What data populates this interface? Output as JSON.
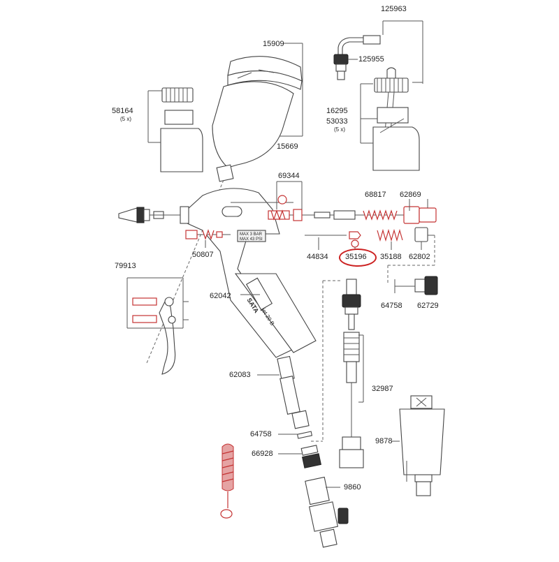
{
  "colors": {
    "accent": "#c43333",
    "line": "#555555",
    "text": "#222222"
  },
  "highlighted_part": "35196",
  "parts": {
    "p125963": "125963",
    "p125955": "125955",
    "p15909": "15909",
    "p58164": "58164",
    "p58164_qty": "(5 x)",
    "p16295": "16295",
    "p53033": "53033",
    "p53033_qty": "(5 x)",
    "p15669": "15669",
    "p69344": "69344",
    "p68817": "68817",
    "p62869": "62869",
    "p50807": "50807",
    "p44834": "44834",
    "p35196": "35196",
    "p35188": "35188",
    "p62802": "62802",
    "p79913": "79913",
    "p64758a": "64758",
    "p62729": "62729",
    "p62042": "62042",
    "p32987": "32987",
    "p62083": "62083",
    "p9878": "9878",
    "p64758b": "64758",
    "p66928": "66928",
    "p9860": "9860"
  },
  "gun_markings": {
    "plate_line1": "MAX 3 BAR",
    "plate_line2": "MAX 43 PSI",
    "brand": "SATA",
    "model": "jet 20 B"
  }
}
